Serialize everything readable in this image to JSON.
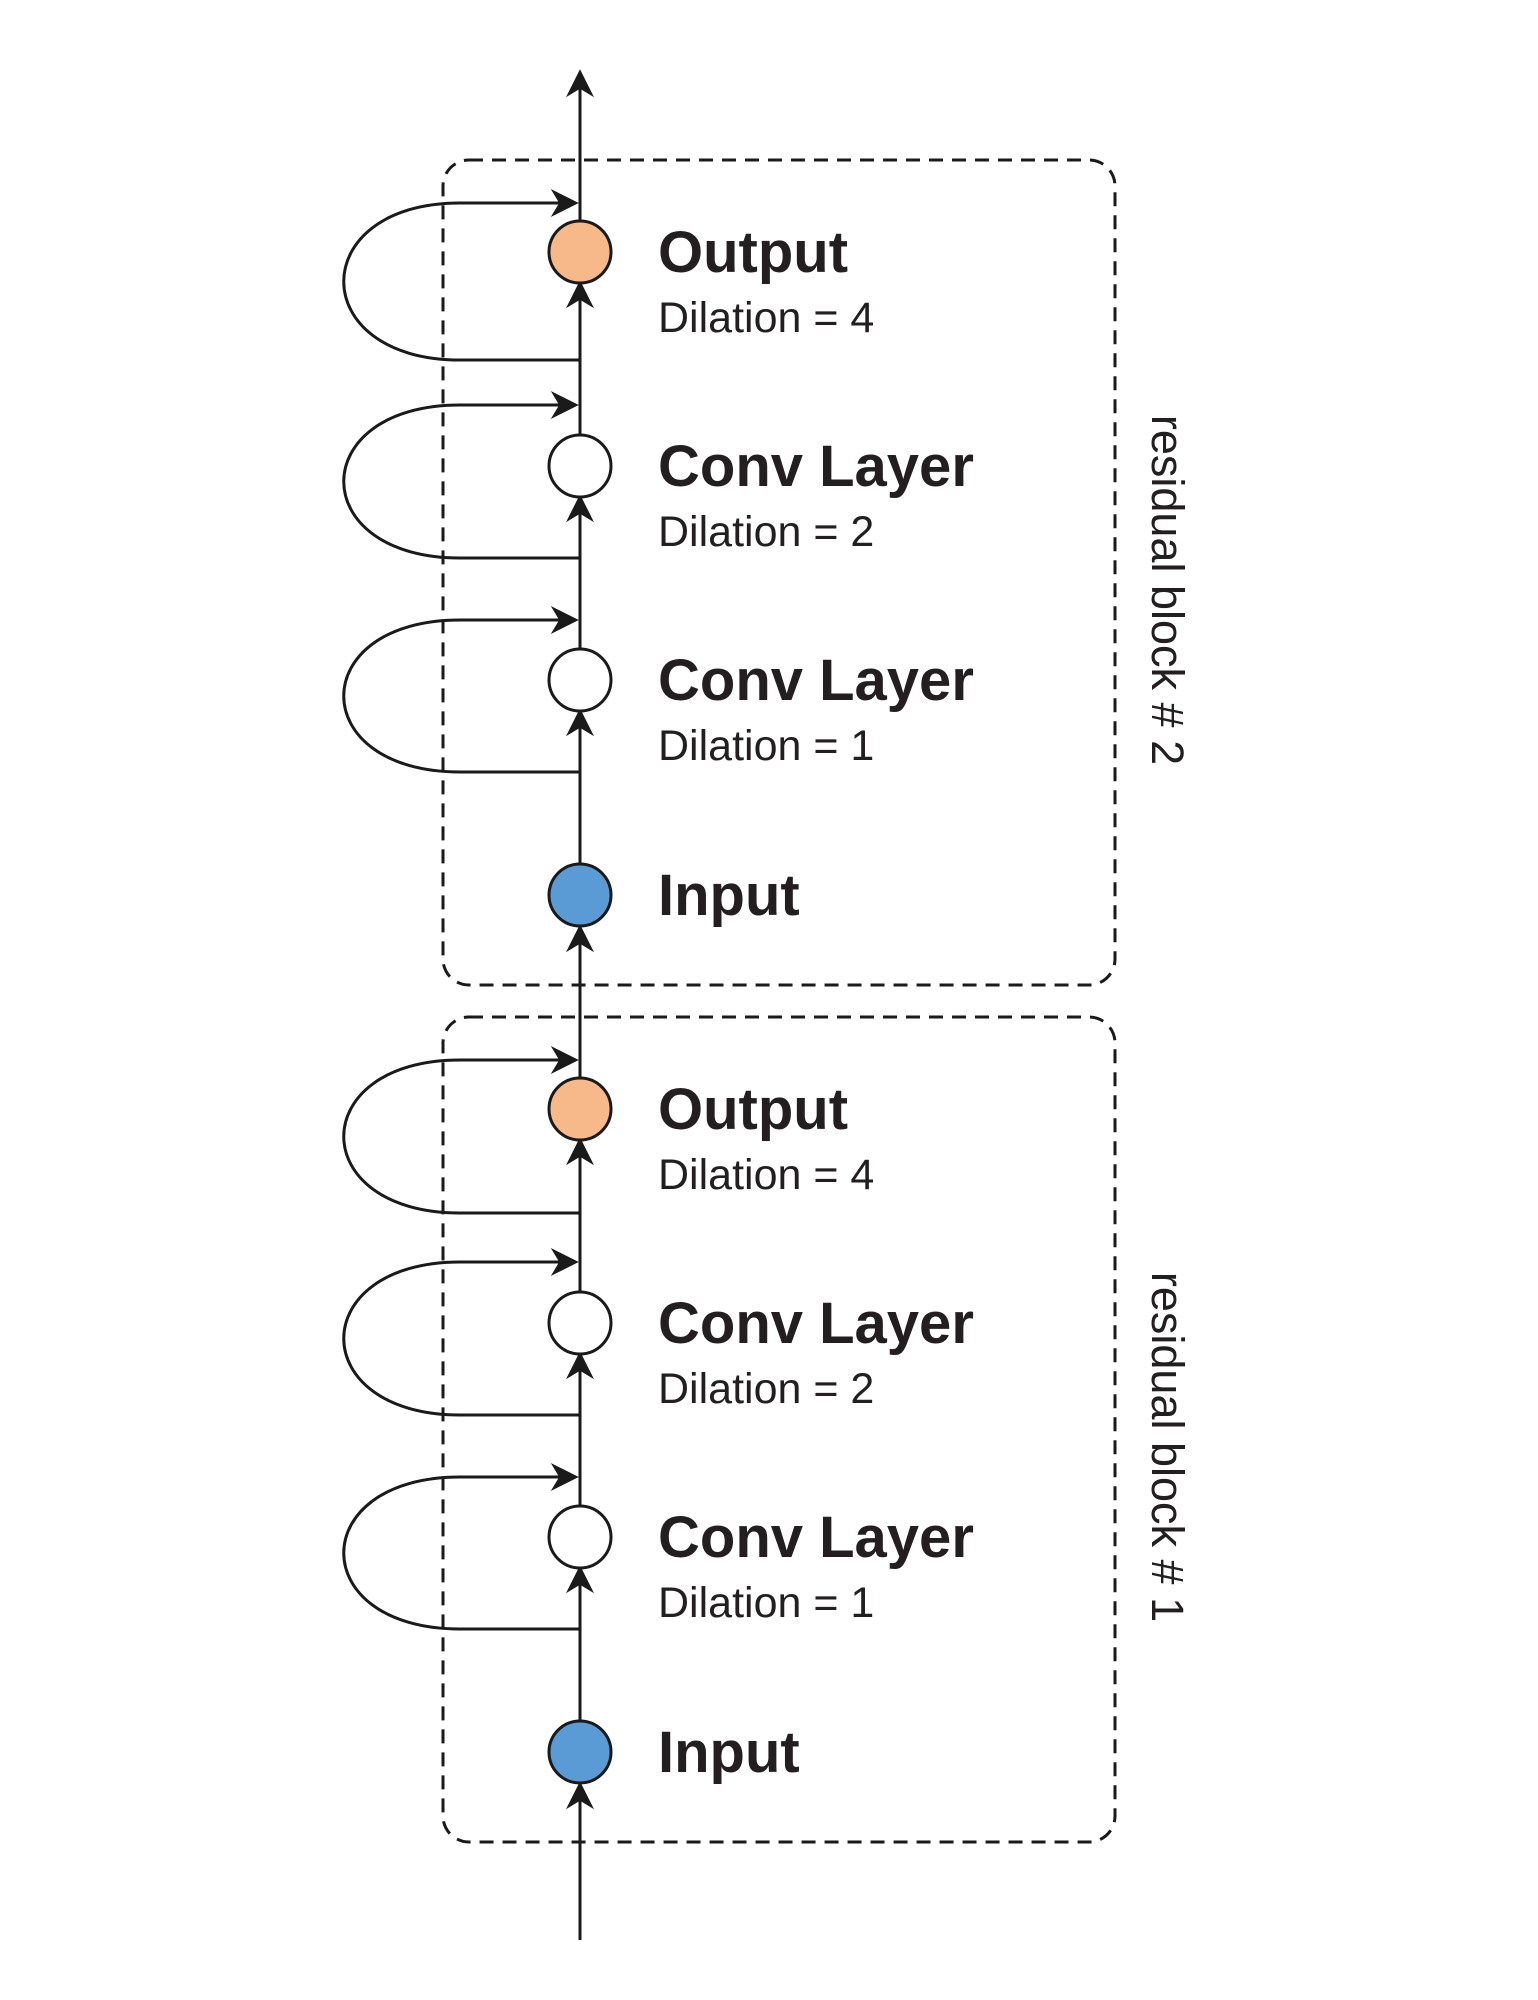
{
  "colors": {
    "input_fill": "#5b9bd5",
    "output_fill": "#f8b98a",
    "conv_fill": "#ffffff",
    "stroke": "#1a1a1a",
    "text": "#231f20"
  },
  "blocks": [
    {
      "id": "block1",
      "label": "residual block  # 1",
      "nodes": [
        {
          "kind": "input",
          "title": "Input",
          "subtitle": ""
        },
        {
          "kind": "conv",
          "title": "Conv Layer",
          "subtitle": "Dilation = 1"
        },
        {
          "kind": "conv",
          "title": "Conv Layer",
          "subtitle": "Dilation = 2"
        },
        {
          "kind": "output",
          "title": "Output",
          "subtitle": "Dilation = 4"
        }
      ]
    },
    {
      "id": "block2",
      "label": "residual block  # 2",
      "nodes": [
        {
          "kind": "input",
          "title": "Input",
          "subtitle": ""
        },
        {
          "kind": "conv",
          "title": "Conv Layer",
          "subtitle": "Dilation = 1"
        },
        {
          "kind": "conv",
          "title": "Conv Layer",
          "subtitle": "Dilation = 2"
        },
        {
          "kind": "output",
          "title": "Output",
          "subtitle": "Dilation = 4"
        }
      ]
    }
  ]
}
